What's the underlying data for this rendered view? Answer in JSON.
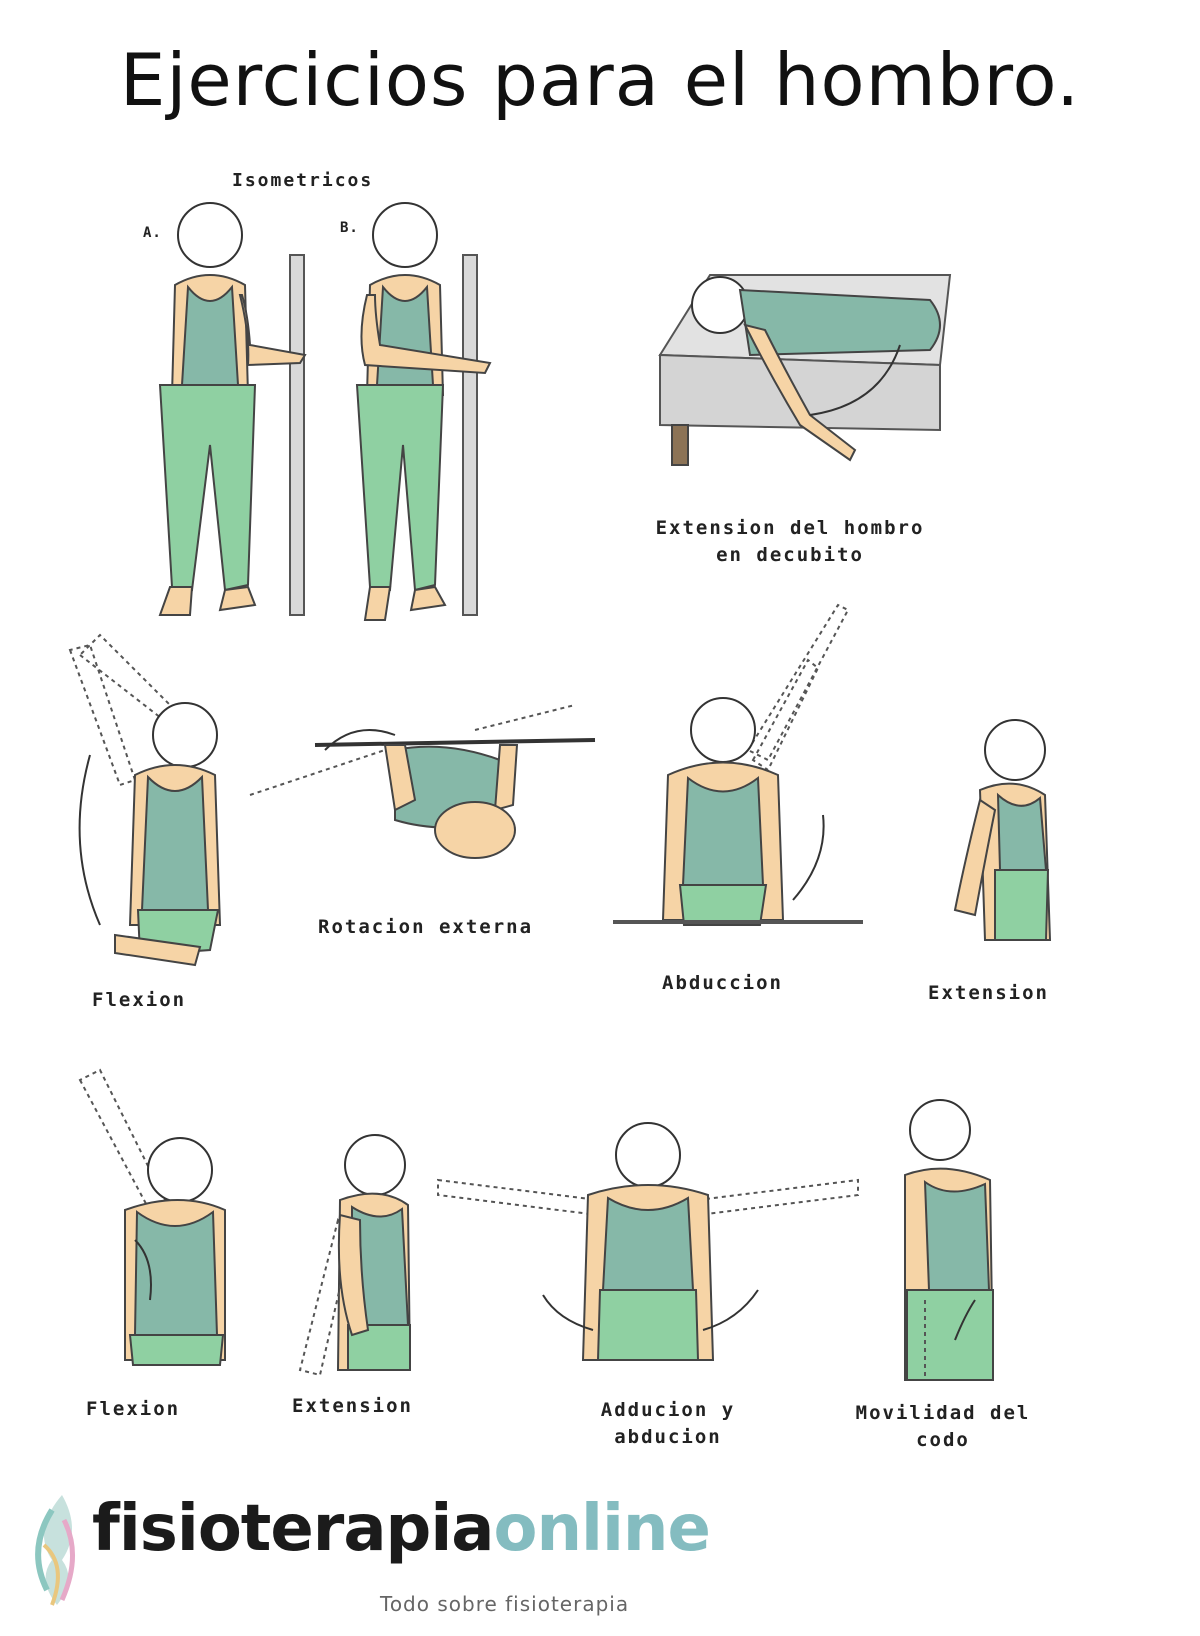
{
  "title": "Ejercicios para el hombro.",
  "sections": {
    "isometric_heading": "Isometricos",
    "isometric_a": "A.",
    "isometric_b": "B."
  },
  "labels": {
    "extension_decubito_line1": "Extension del hombro",
    "extension_decubito_line2": "en decubito",
    "flexion_1": "Flexion",
    "rotacion_externa": "Rotacion externa",
    "abduccion": "Abduccion",
    "extension_1": "Extension",
    "flexion_2": "Flexion",
    "extension_2": "Extension",
    "aduccion_line1": "Adducion y",
    "aduccion_line2": "abducion",
    "movilidad_line1": "Movilidad del",
    "movilidad_line2": "codo"
  },
  "logo": {
    "brand_dark": "fisioterapia",
    "brand_light": "online",
    "tagline": "Todo sobre fisioterapia"
  },
  "colors": {
    "tank": "#86b8a8",
    "pants": "#8fd0a2",
    "skin": "#f6d4a6",
    "logo_accent": "#84bcc0"
  }
}
